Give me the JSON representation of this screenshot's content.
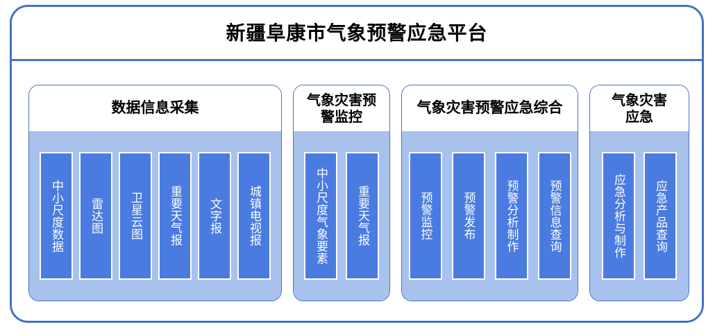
{
  "platform": {
    "title": "新疆阜康市气象预警应急平台",
    "frame_border_color": "#4472C4",
    "group_body_color": "#A8C2EE",
    "item_color": "#4A7BE0",
    "item_text_color": "#FFFFFF"
  },
  "groups": [
    {
      "title": "数据信息采集",
      "items": [
        {
          "label": "中小尺度数据"
        },
        {
          "label": "雷达图"
        },
        {
          "label": "卫星云图"
        },
        {
          "label": "重要天气报"
        },
        {
          "label": "文字报"
        },
        {
          "label": "城镇电视报"
        }
      ]
    },
    {
      "title": "气象灾害预\n警监控",
      "items": [
        {
          "label": "中小尺度气象要素"
        },
        {
          "label": "重要天气报"
        }
      ]
    },
    {
      "title": "气象灾害预警应急综合",
      "items": [
        {
          "label": "预警监控"
        },
        {
          "label": "预警发布"
        },
        {
          "label": "预警分析制作"
        },
        {
          "label": "预警信息查询"
        }
      ]
    },
    {
      "title": "气象灾害\n应急",
      "items": [
        {
          "label": "应急分析与制作"
        },
        {
          "label": "应急产品查询"
        }
      ]
    }
  ]
}
